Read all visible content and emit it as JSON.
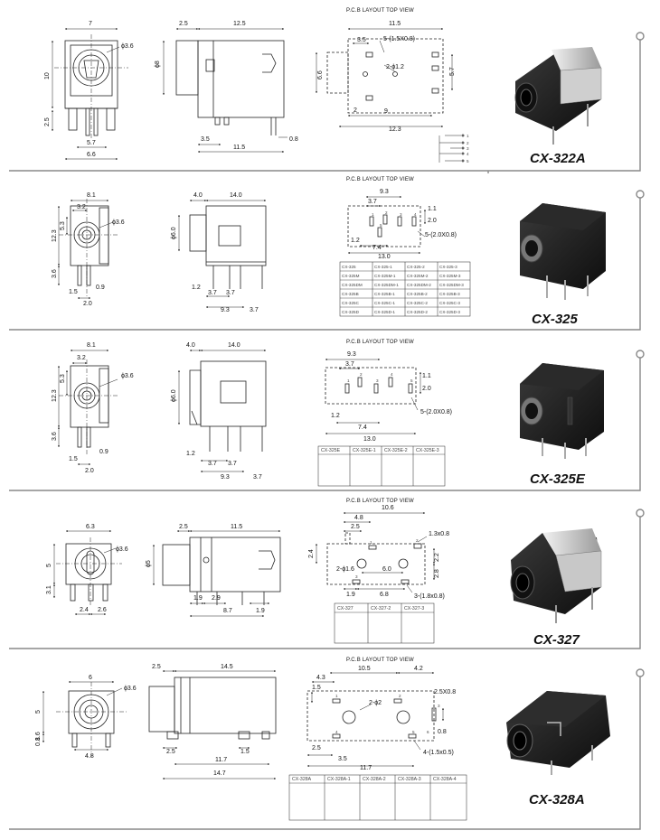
{
  "sections": [
    {
      "model": "CX-322A",
      "pcb_header": "P.C.B LAYOUT     TOP VIEW",
      "front_dims": [
        "7",
        "ϕ3.6",
        "10",
        "2.5",
        "5.7",
        "6.6"
      ],
      "side_dims": [
        "2.5",
        "12.5",
        "ϕ8",
        "3.5",
        "11.5",
        "0.8"
      ],
      "pcb_dims": [
        "11.5",
        "3.5",
        "5-(1.5X0.8)",
        "2-ϕ1.2",
        "6.6",
        "5.7",
        "2",
        "9",
        "12.3"
      ],
      "pin_numbers": [
        "1",
        "2",
        "3",
        "4",
        "5"
      ],
      "variants": []
    },
    {
      "model": "CX-325",
      "pcb_header": "P.C.B LAYOUT     TOP VIEW",
      "front_dims": [
        "8.1",
        "3.2",
        "ϕ3.6",
        "5.3",
        "12.3",
        "3.6",
        "1.5",
        "0.9",
        "2.0"
      ],
      "side_dims": [
        "4.0",
        "14.0",
        "ϕ6.0",
        "1.2",
        "3.7",
        "3.7",
        "9.3",
        "3.7"
      ],
      "pcb_dims": [
        "9.3",
        "3.7",
        "1.1",
        "2.0",
        "1.2",
        "7.4",
        "5-(2.0X0.8)",
        "13.0"
      ],
      "pin_numbers": [
        "1",
        "2",
        "3",
        "4",
        "5"
      ],
      "variants": [
        "CX-325",
        "CX-325-1",
        "CX-325-2",
        "CX-325-3",
        "CX-325M",
        "CX-325M-1",
        "CX-325M-2",
        "CX-325M-3",
        "CX-325DM",
        "CX-325DM-1",
        "CX-325DM-2",
        "CX-325DM-3",
        "CX-325B",
        "CX-325B-1",
        "CX-325B-2",
        "CX-325B-3",
        "CX-325C",
        "CX-325C-1",
        "CX-325C-2",
        "CX-325C-3",
        "CX-325D",
        "CX-325D-1",
        "CX-325D-2",
        "CX-325D-3"
      ]
    },
    {
      "model": "CX-325E",
      "pcb_header": "P.C.B LAYOUT     TOP VIEW",
      "front_dims": [
        "8.1",
        "3.2",
        "ϕ3.6",
        "5.3",
        "12.3",
        "3.6",
        "1.5",
        "0.9",
        "2.0"
      ],
      "side_dims": [
        "4.0",
        "14.0",
        "ϕ6.0",
        "1.2",
        "3.7",
        "3.7",
        "9.3",
        "3.7"
      ],
      "pcb_dims": [
        "9.3",
        "3.7",
        "1.1",
        "2.0",
        "1.2",
        "7.4",
        "5-(2.0X0.8)",
        "13.0"
      ],
      "pin_numbers": [
        "1",
        "2",
        "3",
        "4",
        "5"
      ],
      "variants": [
        "CX-325E",
        "CX-325E-1",
        "CX-325E-2",
        "CX-325E-3"
      ]
    },
    {
      "model": "CX-327",
      "pcb_header": "P.C.B LAYOUT     TOP VIEW",
      "front_dims": [
        "6.3",
        "ϕ3.6",
        "5",
        "3.1",
        "2.4",
        "2.6"
      ],
      "side_dims": [
        "2.5",
        "11.5",
        "ϕ5",
        "1.9",
        "2.9",
        "8.7",
        "1.9"
      ],
      "pcb_dims": [
        "10.6",
        "4.8",
        "2.5",
        "1.3x0.8",
        "2.4",
        "2-ϕ1.6",
        "6.0",
        "2.2",
        "2.8",
        "1.9",
        "6.8",
        "3-(1.8x0.8)"
      ],
      "pin_numbers": [
        "1",
        "2",
        "3"
      ],
      "variants": [
        "CX-327",
        "CX-327-2",
        "CX-327-3"
      ]
    },
    {
      "model": "CX-328A",
      "pcb_header": "P.C.B LAYOUT     TOP VIEW",
      "front_dims": [
        "6",
        "ϕ3.6",
        "5",
        "1.6",
        "0.8",
        "4.8"
      ],
      "side_dims": [
        "2.5",
        "14.5",
        "2.5",
        "1.5",
        "11.7",
        "14.7"
      ],
      "pcb_dims": [
        "10.5",
        "4.2",
        "4.3",
        "1.5",
        "2-ϕ2",
        "2.5X0.8",
        "0.8",
        "2.5",
        "3.5",
        "4-(1.5x0.5)",
        "11.7"
      ],
      "pin_numbers": [
        "1",
        "2",
        "3",
        "4",
        "5",
        "6"
      ],
      "variants": [
        "CX-328A",
        "CX-328A-1",
        "CX-328A-2",
        "CX-328A-3",
        "CX-328A-4"
      ]
    }
  ]
}
